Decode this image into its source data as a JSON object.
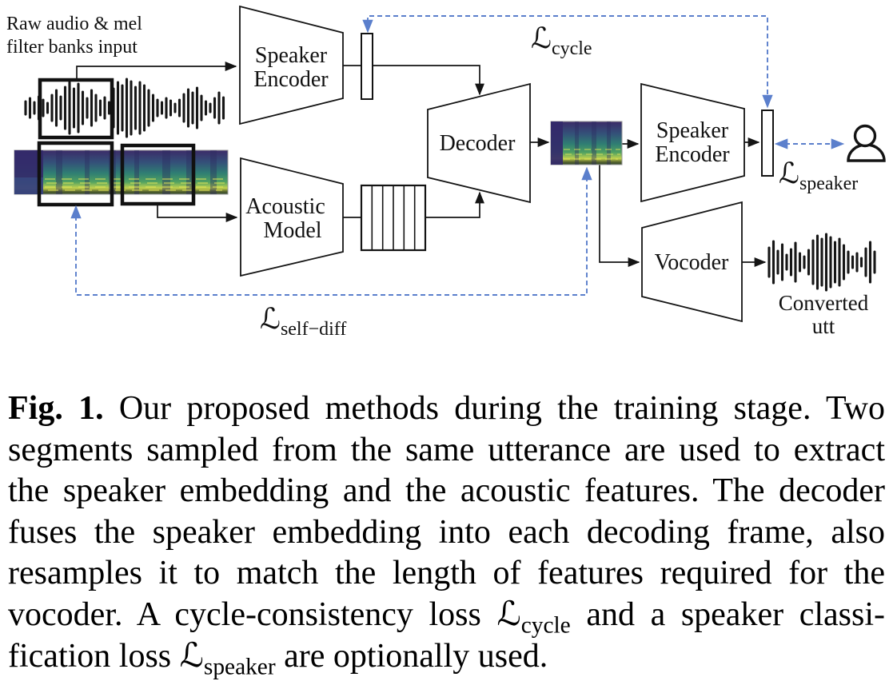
{
  "figure": {
    "input_label": {
      "line1": "Raw audio & mel",
      "line2": "filter banks input"
    },
    "blocks": {
      "speaker_encoder_1": {
        "line1": "Speaker",
        "line2": "Encoder"
      },
      "acoustic_model": {
        "line1": "Acoustic",
        "line2": "Model"
      },
      "decoder": "Decoder",
      "speaker_encoder_2": {
        "line1": "Speaker",
        "line2": "Encoder"
      },
      "vocoder": "Vocoder"
    },
    "losses": {
      "cycle": {
        "symbol": "ℒ",
        "sub": "cycle"
      },
      "speaker": {
        "symbol": "ℒ",
        "sub": "speaker"
      },
      "self_diff": {
        "symbol": "ℒ",
        "sub": "self−diff"
      }
    },
    "output_label": {
      "line1": "Converted",
      "line2": "utt"
    },
    "waveforms": {
      "input_amps": [
        8,
        12,
        7,
        14,
        10,
        6,
        16,
        22,
        14,
        26,
        32,
        24,
        30,
        20,
        12,
        22,
        16,
        9,
        13,
        7,
        24,
        32,
        28,
        36,
        33,
        26,
        32,
        28,
        22,
        16,
        10,
        7,
        12,
        9,
        5,
        10,
        17,
        23,
        19,
        25,
        15,
        8,
        5,
        12,
        19,
        13
      ],
      "converted_amps": [
        18,
        26,
        14,
        22,
        9,
        16,
        24,
        11,
        7,
        15,
        27,
        33,
        29,
        35,
        31,
        25,
        29,
        21,
        13,
        7,
        11,
        5,
        17,
        25,
        13
      ]
    }
  },
  "colors": {
    "loss_dash_blue": "#5b7fcc",
    "line_black": "#141414"
  },
  "caption": {
    "fig_label": "Fig. 1.",
    "line1_rest": " Our proposed methods during the training stage. Two",
    "line2": "segments sampled from the same utterance are used to extract",
    "line3": "the speaker embedding and the acoustic features. The decoder",
    "line4": "fuses the speaker embedding into each decoding frame, also",
    "line5": "resamples it to match the length of features required for the",
    "line6_pre": "vocoder. A cycle-consistency loss ℒ",
    "line6_sub": "cycle",
    "line6_post": " and a speaker classi-",
    "line7_pre": "fication loss ℒ",
    "line7_sub": "speaker",
    "line7_post": " are optionally used."
  }
}
